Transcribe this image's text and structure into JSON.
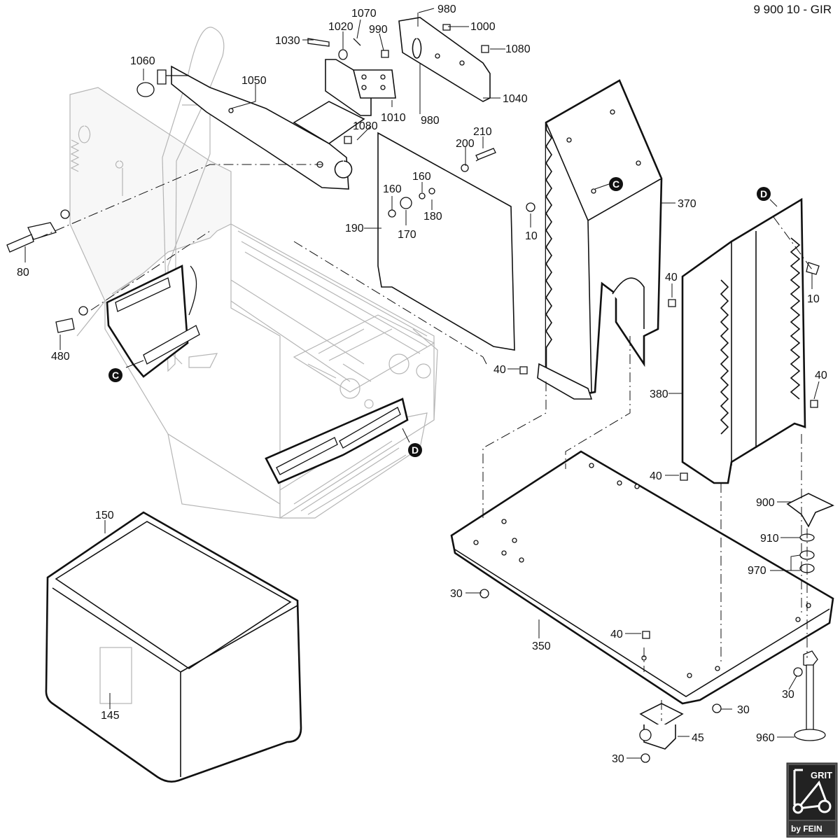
{
  "document_id": "9 900 10 - GIR",
  "logo": {
    "brand": "GRIT",
    "byline": "by FEIN"
  },
  "callouts": {
    "c80": "80",
    "c480": "480",
    "c1060": "1060",
    "c1050": "1050",
    "c1030": "1030",
    "c1020": "1020",
    "c1070": "1070",
    "c990": "990",
    "c1010": "1010",
    "c980a": "980",
    "c980b": "980",
    "c1000": "1000",
    "c1080a": "1080",
    "c1040": "1040",
    "c1080b": "1080",
    "c190": "190",
    "c200": "200",
    "c210": "210",
    "c160a": "160",
    "c160b": "160",
    "c170": "170",
    "c180": "180",
    "c10a": "10",
    "c10b": "10",
    "c370": "370",
    "c40a": "40",
    "c40b": "40",
    "c40c": "40",
    "c40d": "40",
    "c40e": "40",
    "c380": "380",
    "c900": "900",
    "c910": "910",
    "c970": "970",
    "c30a": "30",
    "c30b": "30",
    "c30c": "30",
    "c30d": "30",
    "c350": "350",
    "c960": "960",
    "c45": "45",
    "c150": "150",
    "c145": "145"
  },
  "markers": {
    "c": "C",
    "d": "D"
  }
}
